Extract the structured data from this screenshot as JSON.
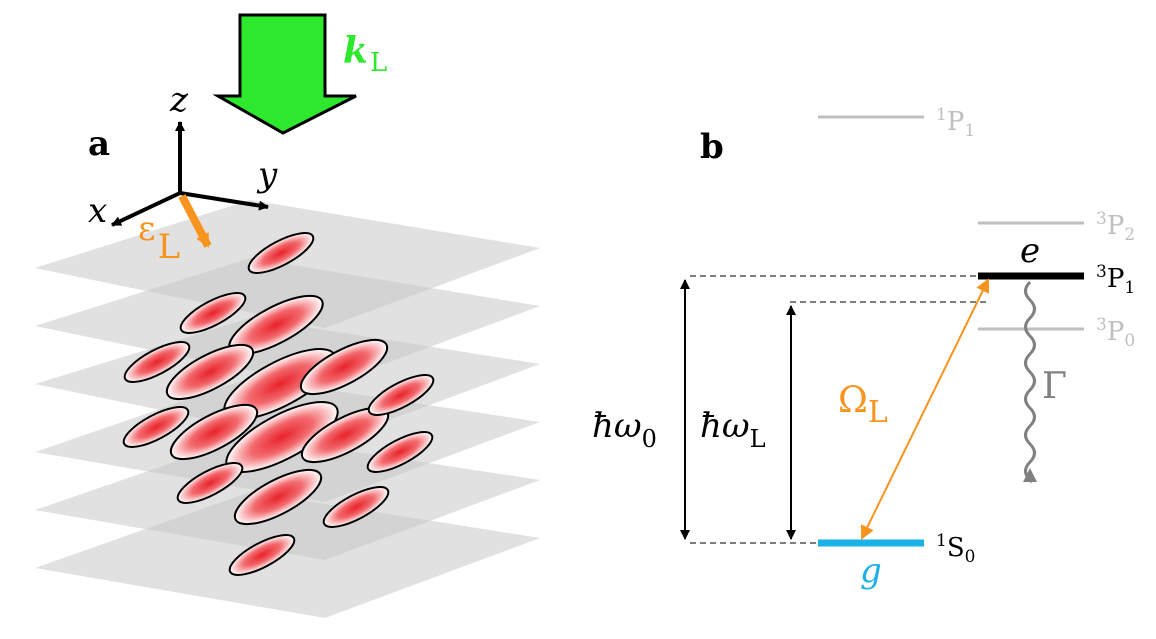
{
  "panel_a": {
    "label": "a",
    "axes": {
      "x": "x",
      "y": "y",
      "z": "z"
    },
    "beam": {
      "symbol": "k",
      "subscript": "L",
      "color": "#2ee82e"
    },
    "polarization": {
      "symbol": "ε",
      "subscript": "L",
      "color": "#f7941d"
    },
    "atom_color": "#e8222a",
    "plane_color": "#c8c8c8"
  },
  "panel_b": {
    "label": "b",
    "levels": [
      {
        "name": "1P1",
        "sup": "1",
        "letter": "P",
        "sub": "1",
        "color": "#bfbfbf"
      },
      {
        "name": "3P2",
        "sup": "3",
        "letter": "P",
        "sub": "2",
        "color": "#bfbfbf"
      },
      {
        "name": "3P1",
        "sup": "3",
        "letter": "P",
        "sub": "1",
        "color": "#000000"
      },
      {
        "name": "3P0",
        "sup": "3",
        "letter": "P",
        "sub": "0",
        "color": "#bfbfbf"
      },
      {
        "name": "1S0",
        "sup": "1",
        "letter": "S",
        "sub": "0",
        "color": "#000000"
      }
    ],
    "excited_state": {
      "symbol": "e",
      "color": "#000000"
    },
    "ground_state": {
      "symbol": "g",
      "color": "#1ab0e8"
    },
    "energy_transition": {
      "symbol": "ħω",
      "subscript": "0"
    },
    "laser_energy": {
      "symbol": "ħω",
      "subscript": "L"
    },
    "rabi": {
      "symbol": "Ω",
      "subscript": "L",
      "color": "#f7941d"
    },
    "decay": {
      "symbol": "Γ",
      "color": "#808080"
    }
  }
}
